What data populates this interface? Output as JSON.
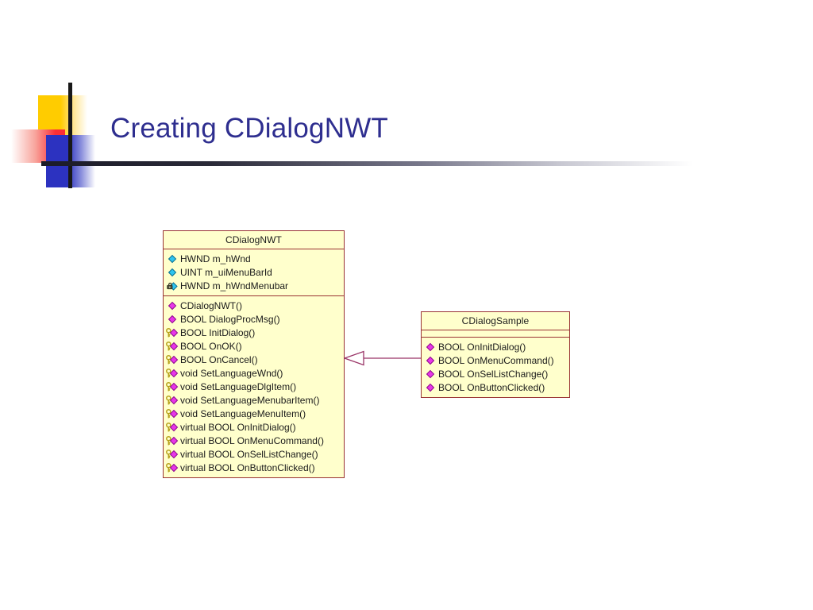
{
  "slide": {
    "title": "Creating CDialogNWT",
    "title_color": "#2e2e8f",
    "background_color": "#ffffff",
    "decoration": {
      "yellow_swatch_color": "#ffcc00",
      "red_swatch_color": "#fb2e36",
      "blue_swatch_color": "#2c32c0",
      "bar_color": "#181818"
    }
  },
  "diagram": {
    "type": "uml-class-diagram",
    "class_fill_color": "#ffffcc",
    "class_border_color": "#993333",
    "relationship": {
      "kind": "generalization",
      "label": "",
      "from": "CDialogSample",
      "to": "CDialogNWT",
      "arrowhead": "hollow-triangle",
      "line_color": "#993366"
    },
    "classes": [
      {
        "name": "CDialogNWT",
        "attributes": [
          {
            "text": "HWND m_hWnd",
            "visibility": "public",
            "icon": "field-diamond-icon"
          },
          {
            "text": "UINT m_uiMenuBarId",
            "visibility": "public",
            "icon": "field-diamond-icon"
          },
          {
            "text": "HWND m_hWndMenubar",
            "visibility": "private",
            "icon": "field-diamond-lock-icon"
          }
        ],
        "methods": [
          {
            "text": "CDialogNWT()",
            "visibility": "public",
            "icon": "method-diamond-icon"
          },
          {
            "text": "BOOL DialogProcMsg()",
            "visibility": "public",
            "icon": "method-diamond-icon"
          },
          {
            "text": "BOOL InitDialog()",
            "visibility": "protected",
            "icon": "method-diamond-key-icon"
          },
          {
            "text": "BOOL OnOK()",
            "visibility": "protected",
            "icon": "method-diamond-key-icon"
          },
          {
            "text": "BOOL OnCancel()",
            "visibility": "protected",
            "icon": "method-diamond-key-icon"
          },
          {
            "text": "void SetLanguageWnd()",
            "visibility": "protected",
            "icon": "method-diamond-key-icon"
          },
          {
            "text": "void SetLanguageDlgItem()",
            "visibility": "protected",
            "icon": "method-diamond-key-icon"
          },
          {
            "text": "void SetLanguageMenubarItem()",
            "visibility": "protected",
            "icon": "method-diamond-key-icon"
          },
          {
            "text": "void SetLanguageMenuItem()",
            "visibility": "protected",
            "icon": "method-diamond-key-icon"
          },
          {
            "text": "virtual BOOL OnInitDialog()",
            "visibility": "protected",
            "icon": "method-diamond-key-icon"
          },
          {
            "text": "virtual BOOL OnMenuCommand()",
            "visibility": "protected",
            "icon": "method-diamond-key-icon"
          },
          {
            "text": "virtual BOOL OnSelListChange()",
            "visibility": "protected",
            "icon": "method-diamond-key-icon"
          },
          {
            "text": "virtual BOOL OnButtonClicked()",
            "visibility": "protected",
            "icon": "method-diamond-key-icon"
          }
        ]
      },
      {
        "name": "CDialogSample",
        "attributes": [],
        "methods": [
          {
            "text": "BOOL OnInitDialog()",
            "visibility": "public",
            "icon": "method-diamond-icon"
          },
          {
            "text": "BOOL OnMenuCommand()",
            "visibility": "public",
            "icon": "method-diamond-icon"
          },
          {
            "text": "BOOL OnSelListChange()",
            "visibility": "public",
            "icon": "method-diamond-icon"
          },
          {
            "text": "BOOL OnButtonClicked()",
            "visibility": "public",
            "icon": "method-diamond-icon"
          }
        ]
      }
    ]
  }
}
